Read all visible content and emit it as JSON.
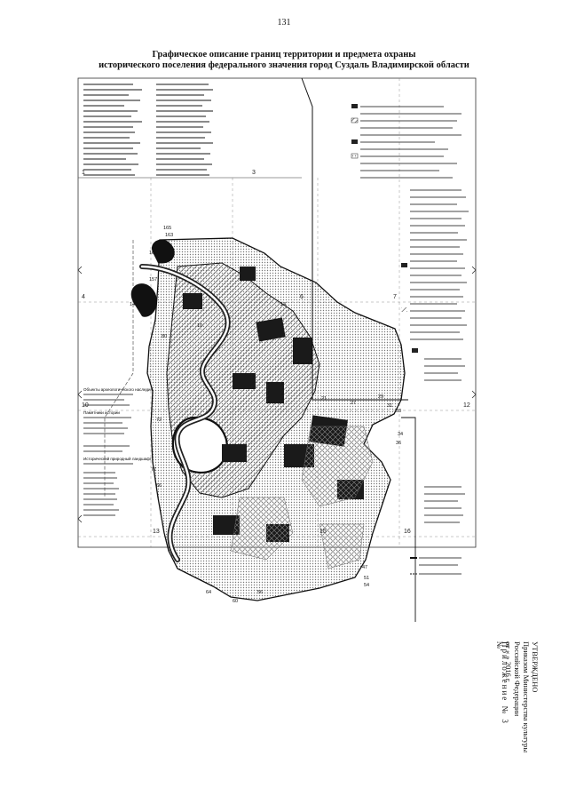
{
  "page": {
    "number": "131"
  },
  "title": {
    "line1": "Графическое описание границ территории и предмета охраны",
    "line2": "исторического поселения федерального значения город Суздаль Владимирской области"
  },
  "approval": {
    "heading": "УТВЕРЖДЕНО",
    "line1": "Приказом Министерства культуры",
    "line2": "Российской Федерации",
    "line3": "от «  » 2016 г.",
    "line4": "№"
  },
  "appendix": {
    "label": "Приложение № 3"
  },
  "map": {
    "sheet_numbers": [
      "1",
      "3",
      "4",
      "6",
      "7",
      "10",
      "12",
      "13",
      "14",
      "15",
      "16"
    ],
    "point_labels": [
      "165",
      "163",
      "161",
      "157",
      "143",
      "10",
      "14",
      "21",
      "27",
      "29",
      "31",
      "33",
      "34",
      "36",
      "47",
      "51",
      "54",
      "56",
      "60",
      "64",
      "66",
      "72",
      "77",
      "80"
    ],
    "legend_left_headings": [
      "Объекты археологического наследия",
      "Памятники истории",
      "Исторический природный ландшафт"
    ],
    "colors": {
      "ink": "#111111",
      "hatch": "#555555",
      "light": "#9a9a9a"
    }
  }
}
